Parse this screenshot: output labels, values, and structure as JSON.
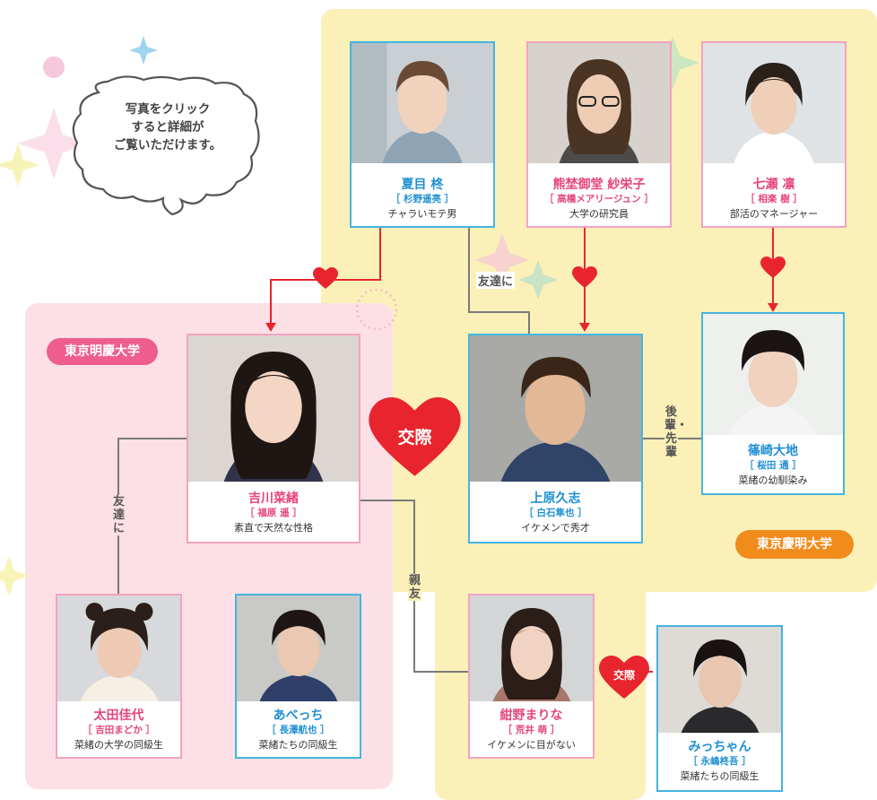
{
  "callout": {
    "lines": [
      "写真をクリック",
      "すると詳細が",
      "ご覧いただけます。"
    ]
  },
  "groups": {
    "left": "東京明慶大学",
    "right": "東京慶明大学"
  },
  "relations": {
    "friend_top": "友達に",
    "friend_left": "友達に",
    "senpai": "後輩・先輩",
    "shinyu": "親友",
    "koukan_big": "交際",
    "koukan_small": "交際"
  },
  "colors": {
    "pink_border": "#f3a3c0",
    "blue_border": "#46b4e0",
    "pink_text": "#e6447e",
    "blue_text": "#1f8fd3",
    "heart": "#e8252e",
    "line_red": "#e8252e",
    "line_gray": "#7a7a7a",
    "yellow_bg": "#fbf0b8",
    "pink_bg": "#fde0e6",
    "left_badge": "#ef5d8f",
    "right_badge": "#f08b1c"
  },
  "characters": {
    "natsume": {
      "name": "夏目 柊",
      "actor": "［ 杉野遥亮 ］",
      "desc": "チャラいモテ男"
    },
    "kumagai": {
      "name": "熊埜御堂 紗栄子",
      "actor": "［ 高橋メアリージュン ］",
      "desc": "大学の研究員"
    },
    "nanase": {
      "name": "七瀬 凛",
      "actor": "［ 相楽 樹 ］",
      "desc": "部活のマネージャー"
    },
    "yoshikawa": {
      "name": "吉川菜緒",
      "actor": "［ 福原 遥 ］",
      "desc": "素直で天然な性格"
    },
    "uehara": {
      "name": "上原久志",
      "actor": "［ 白石隼也 ］",
      "desc": "イケメンで秀才"
    },
    "shinozaki": {
      "name": "篠崎大地",
      "actor": "［ 桜田 通 ］",
      "desc": "菜緒の幼馴染み"
    },
    "ota": {
      "name": "太田佳代",
      "actor": "［ 吉田まどか ］",
      "desc": "菜緒の大学の同級生"
    },
    "abecchi": {
      "name": "あべっち",
      "actor": "［ 長澤航也 ］",
      "desc": "菜緒たちの同級生"
    },
    "konno": {
      "name": "紺野まりな",
      "actor": "［ 荒井 萌 ］",
      "desc": "イケメンに目がない"
    },
    "micchan": {
      "name": "みっちゃん",
      "actor": "［ 永嶋柊吾 ］",
      "desc": "菜緒たちの同級生"
    }
  }
}
